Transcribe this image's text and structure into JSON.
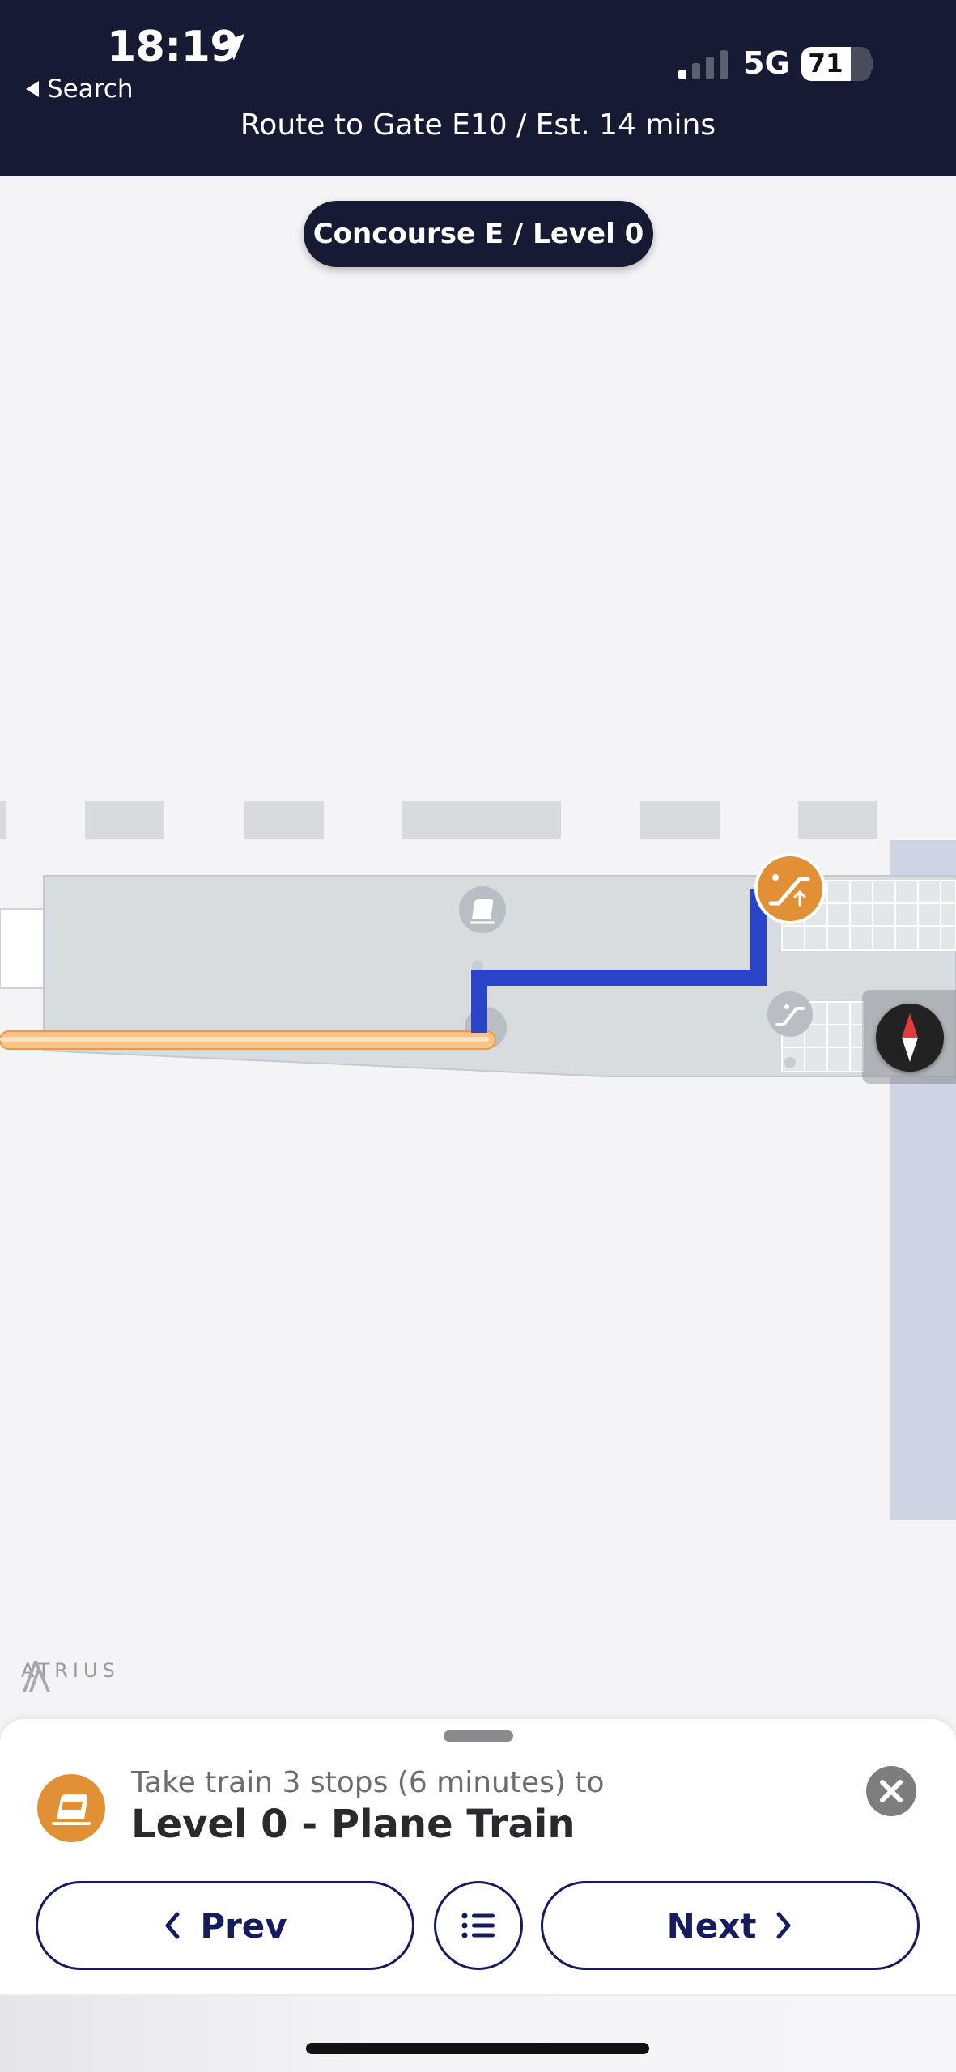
{
  "status_bar": {
    "time": "18:19",
    "back_label": "Search",
    "network": "5G",
    "battery_percent": "71",
    "battery_level": 71,
    "signal_bars_active": 1,
    "signal_bars_total": 4
  },
  "header": {
    "route_title": "Route to Gate E10 / Est. 14 mins"
  },
  "map": {
    "level_label": "Concourse E / Level 0",
    "brand": "ATRIUS",
    "colors": {
      "route_active": "#2a44c9",
      "route_train": "#f6c48a",
      "concourse_fill": "#d8dcdf",
      "poi_orange": "#e29036"
    },
    "icons": [
      "train-icon",
      "escalator-icon",
      "escalator-up-icon",
      "compass-icon"
    ]
  },
  "step": {
    "instruction": "Take train 3 stops (6 minutes) to",
    "destination": "Level 0 - Plane Train",
    "icon": "train-icon"
  },
  "controls": {
    "prev_label": "Prev",
    "next_label": "Next"
  }
}
